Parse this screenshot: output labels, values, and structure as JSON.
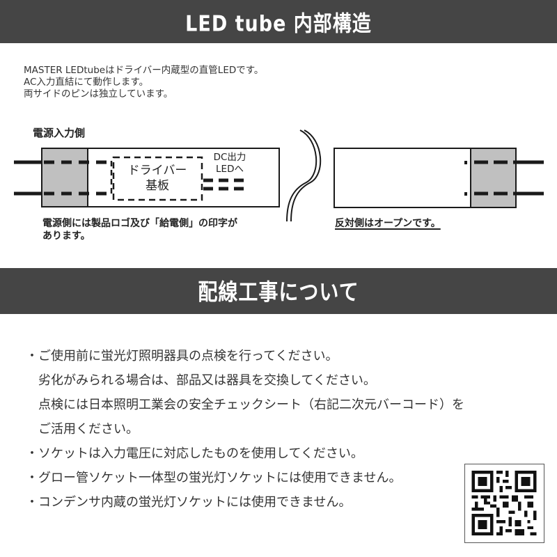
{
  "section1": {
    "title": "LED tube 内部構造",
    "intro_lines": [
      "MASTER LEDtubeはドライバー内蔵型の直管LEDです。",
      "AC入力直結にて動作します。",
      "両サイドのピンは独立しています。"
    ],
    "diagram": {
      "power_side_label": "電源入力側",
      "driver_label_line1": "ドライバー",
      "driver_label_line2": "基板",
      "dc_label_line1": "DC出力",
      "dc_label_line2": "LEDへ",
      "left_caption_line1": "電源側には製品ロゴ及び「給電側」の印字が",
      "left_caption_line2": "あります。",
      "right_caption": "反対側はオープンです。",
      "colors": {
        "cap_fill": "#c0c0c0",
        "line": "#1a1a1a"
      }
    }
  },
  "section2": {
    "title": "配線工事について",
    "notes": [
      {
        "bullet": "・",
        "text": "ご使用前に蛍光灯照明器具の点検を行ってください。"
      },
      {
        "bullet": "",
        "text": "劣化がみられる場合は、部品又は器具を交換してください。"
      },
      {
        "bullet": "",
        "text": "点検には日本照明工業会の安全チェックシート（右記二次元バーコード）を"
      },
      {
        "bullet": "",
        "text": "ご活用ください。"
      },
      {
        "bullet": "・",
        "text": "ソケットは入力電圧に対応したものを使用してください。"
      },
      {
        "bullet": "・",
        "text": "グロー管ソケット一体型の蛍光灯ソケットには使用できません。"
      },
      {
        "bullet": "・",
        "text": "コンデンサ内蔵の蛍光灯ソケットには使用できません。"
      }
    ],
    "qr_icon": "qr-code-icon"
  },
  "colors": {
    "banner_bg": "#454545",
    "banner_text": "#ffffff",
    "body_text": "#333333"
  }
}
